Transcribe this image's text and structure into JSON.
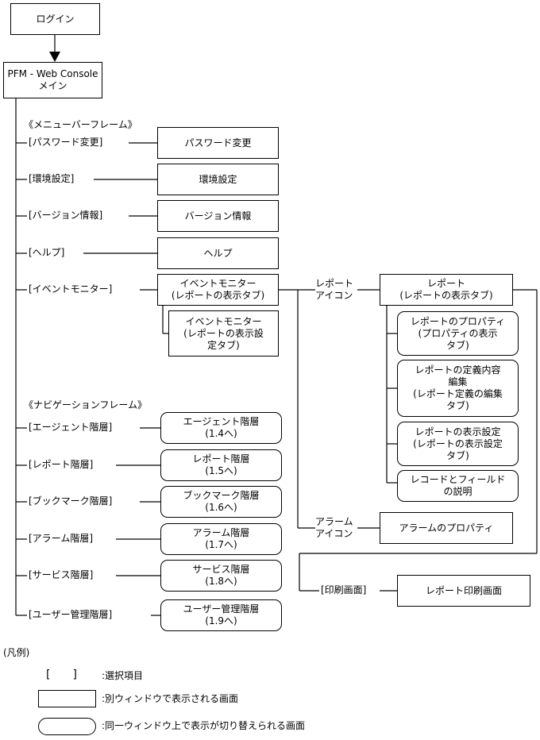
{
  "top": {
    "login": "ログイン",
    "main": "PFM - Web Console\nメイン"
  },
  "menubar": {
    "heading": "《メニューバーフレーム》",
    "items": [
      {
        "label": "[パスワード変更]",
        "screen": "パスワード変更"
      },
      {
        "label": "[環境設定]",
        "screen": "環境設定"
      },
      {
        "label": "[バージョン情報]",
        "screen": "バージョン情報"
      },
      {
        "label": "[ヘルプ]",
        "screen": "ヘルプ"
      },
      {
        "label": "[イベントモニター]",
        "screen": "イベントモニター\n(レポートの表示タブ)",
        "sub": "イベントモニター\n(レポートの表示設\n定タブ)"
      }
    ]
  },
  "report": {
    "icon_label": "レポート\nアイコン",
    "window": "レポート\n(レポートの表示タブ)",
    "subs": [
      "レポートのプロパティ\n(プロパティの表示\nタブ)",
      "レポートの定義内容\n編集\n(レポート定義の編集\nタブ)",
      "レポートの表示設定\n(レポートの表示設定\nタブ)",
      "レコードとフィールド\nの説明"
    ]
  },
  "alarm": {
    "icon_label": "アラーム\nアイコン",
    "window": "アラームのプロパティ"
  },
  "print": {
    "label": "[印刷画面]",
    "window": "レポート印刷画面"
  },
  "nav": {
    "heading": "《ナビゲーションフレーム》",
    "items": [
      {
        "label": "[エージェント階層]",
        "screen": "エージェント階層\n(1.4へ)"
      },
      {
        "label": "[レポート階層]",
        "screen": "レポート階層\n(1.5へ)"
      },
      {
        "label": "[ブックマーク階層]",
        "screen": "ブックマーク階層\n(1.6へ)"
      },
      {
        "label": "[アラーム階層]",
        "screen": "アラーム階層\n(1.7へ)"
      },
      {
        "label": "[サービス階層]",
        "screen": "サービス階層\n(1.8へ)"
      },
      {
        "label": "[ユーザー管理階層]",
        "screen": "ユーザー管理階層\n(1.9へ)"
      }
    ]
  },
  "legend": {
    "title": "(凡例)",
    "bracket": "[　　]",
    "bracket_desc": ":選択項目",
    "rect_desc": ":別ウィンドウで表示される画面",
    "round_desc": ":同一ウィンドウ上で表示が切り替えられる画面"
  }
}
